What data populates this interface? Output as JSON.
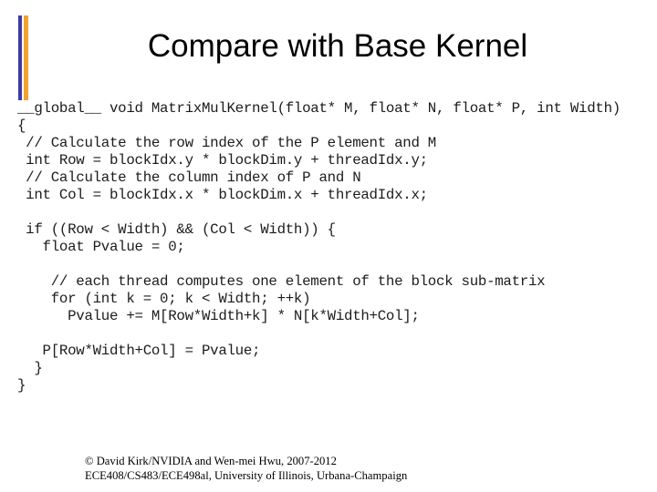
{
  "slide": {
    "title": "Compare with Base Kernel",
    "decoration": {
      "bar_blue_color": "#3b3ba6",
      "bar_orange_color": "#f2a230"
    },
    "code_text": "__global__ void MatrixMulKernel(float* M, float* N, float* P, int Width)\n{\n // Calculate the row index of the P element and M\n int Row = blockIdx.y * blockDim.y + threadIdx.y;\n // Calculate the column index of P and N\n int Col = blockIdx.x * blockDim.x + threadIdx.x;\n\n if ((Row < Width) && (Col < Width)) {\n   float Pvalue = 0;\n\n    // each thread computes one element of the block sub-matrix\n    for (int k = 0; k < Width; ++k)\n      Pvalue += M[Row*Width+k] * N[k*Width+Col];\n\n   P[Row*Width+Col] = Pvalue;\n  }\n}",
    "footer": {
      "line1": "© David Kirk/NVIDIA and Wen-mei Hwu, 2007-2012",
      "line2": "ECE408/CS483/ECE498al, University of Illinois, Urbana-Champaign"
    }
  }
}
